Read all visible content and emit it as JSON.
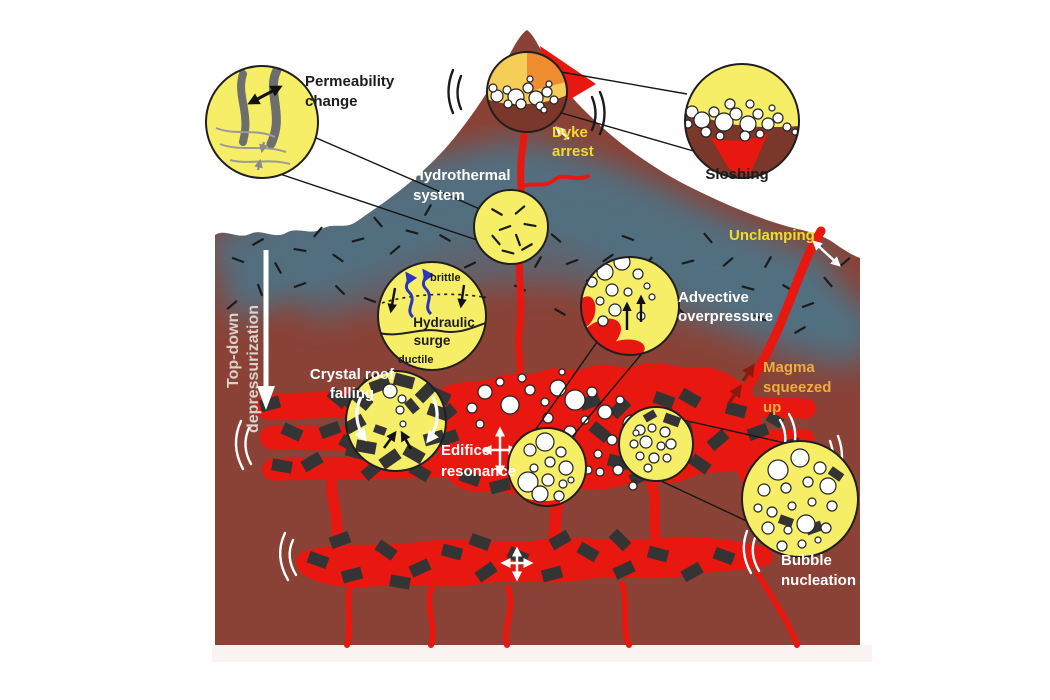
{
  "labels": {
    "permeability_change": [
      "Permeability",
      "change"
    ],
    "hydrothermal_system": [
      "Hydrothermal",
      "system"
    ],
    "dyke_arrest": [
      "Dyke",
      "arrest"
    ],
    "sloshing": [
      "Sloshing"
    ],
    "unclamping": [
      "Unclamping"
    ],
    "top_down_depressurization": [
      "Top-down",
      "depressurization"
    ],
    "brittle": "brittle",
    "ductile": "ductile",
    "hydraulic_surge": [
      "Hydraulic",
      "surge"
    ],
    "crystal_roof_falling": [
      "Crystal roof",
      "falling"
    ],
    "advective_overpressure": [
      "Advective",
      "overpressure"
    ],
    "edifice_resonance": [
      "Edifice",
      "resonance"
    ],
    "magma_squeezed_up": [
      "Magma",
      "squeezed",
      "up"
    ],
    "bubble_nucleation": [
      "Bubble",
      "nucleation"
    ]
  },
  "colors": {
    "background": "#ffffff",
    "edifice_brown": "#8A4236",
    "inset_brown": "#7B382A",
    "hydrothermal_blue": "#4E7183",
    "magma_red": "#E8170F",
    "inset_yellow": "#F5EE66",
    "summit_gold": "#F6CE57",
    "summit_orange": "#EE8C30",
    "crystal_dark": "#343434",
    "bubble_white": "#FFFFFF",
    "label_yellow": "#F2DC2A",
    "label_gold": "#EFAC3F",
    "label_white": "#FFFFFF",
    "label_dark": "#1C1C1C",
    "depressurization_gray": "#DCD2CC",
    "surge_arrow_blue": "#2A35C0",
    "squeeze_arrow_darkred": "#8B1A0E",
    "footer_strip": "#FAF3F2"
  }
}
